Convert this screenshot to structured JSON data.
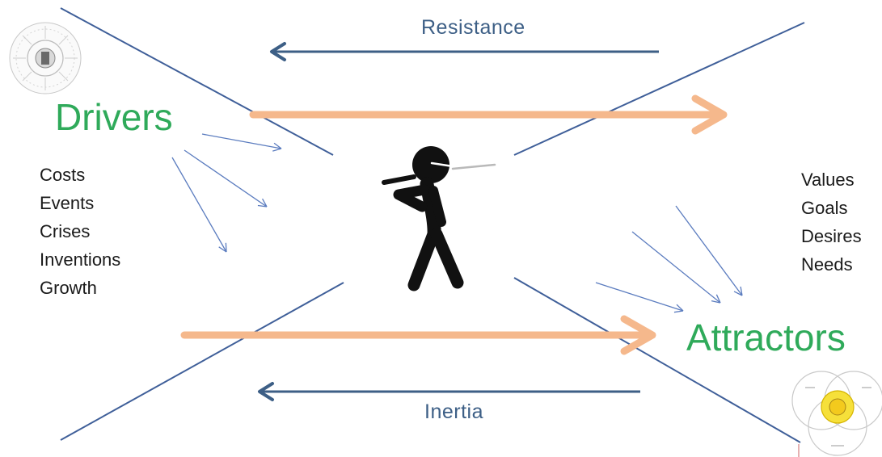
{
  "labels": {
    "resistance": "Resistance",
    "inertia": "Inertia",
    "drivers": "Drivers",
    "attractors": "Attractors"
  },
  "drivers_list": [
    "Costs",
    "Events",
    "Crises",
    "Inventions",
    "Growth"
  ],
  "attractors_list": [
    "Values",
    "Goals",
    "Desires",
    "Needs"
  ],
  "icons": {
    "top_left": "sun-seal-icon",
    "bottom_right": "venn-diagram-icon",
    "center": "stick-figure-swordsman-icon"
  },
  "colors": {
    "main_arrows": "#f5b88c",
    "label_arrows": "#3d5f86",
    "funnel_lines": "#3f5f99",
    "thin_arrows": "#5b7cbf",
    "heading_green": "#2faa5a"
  }
}
